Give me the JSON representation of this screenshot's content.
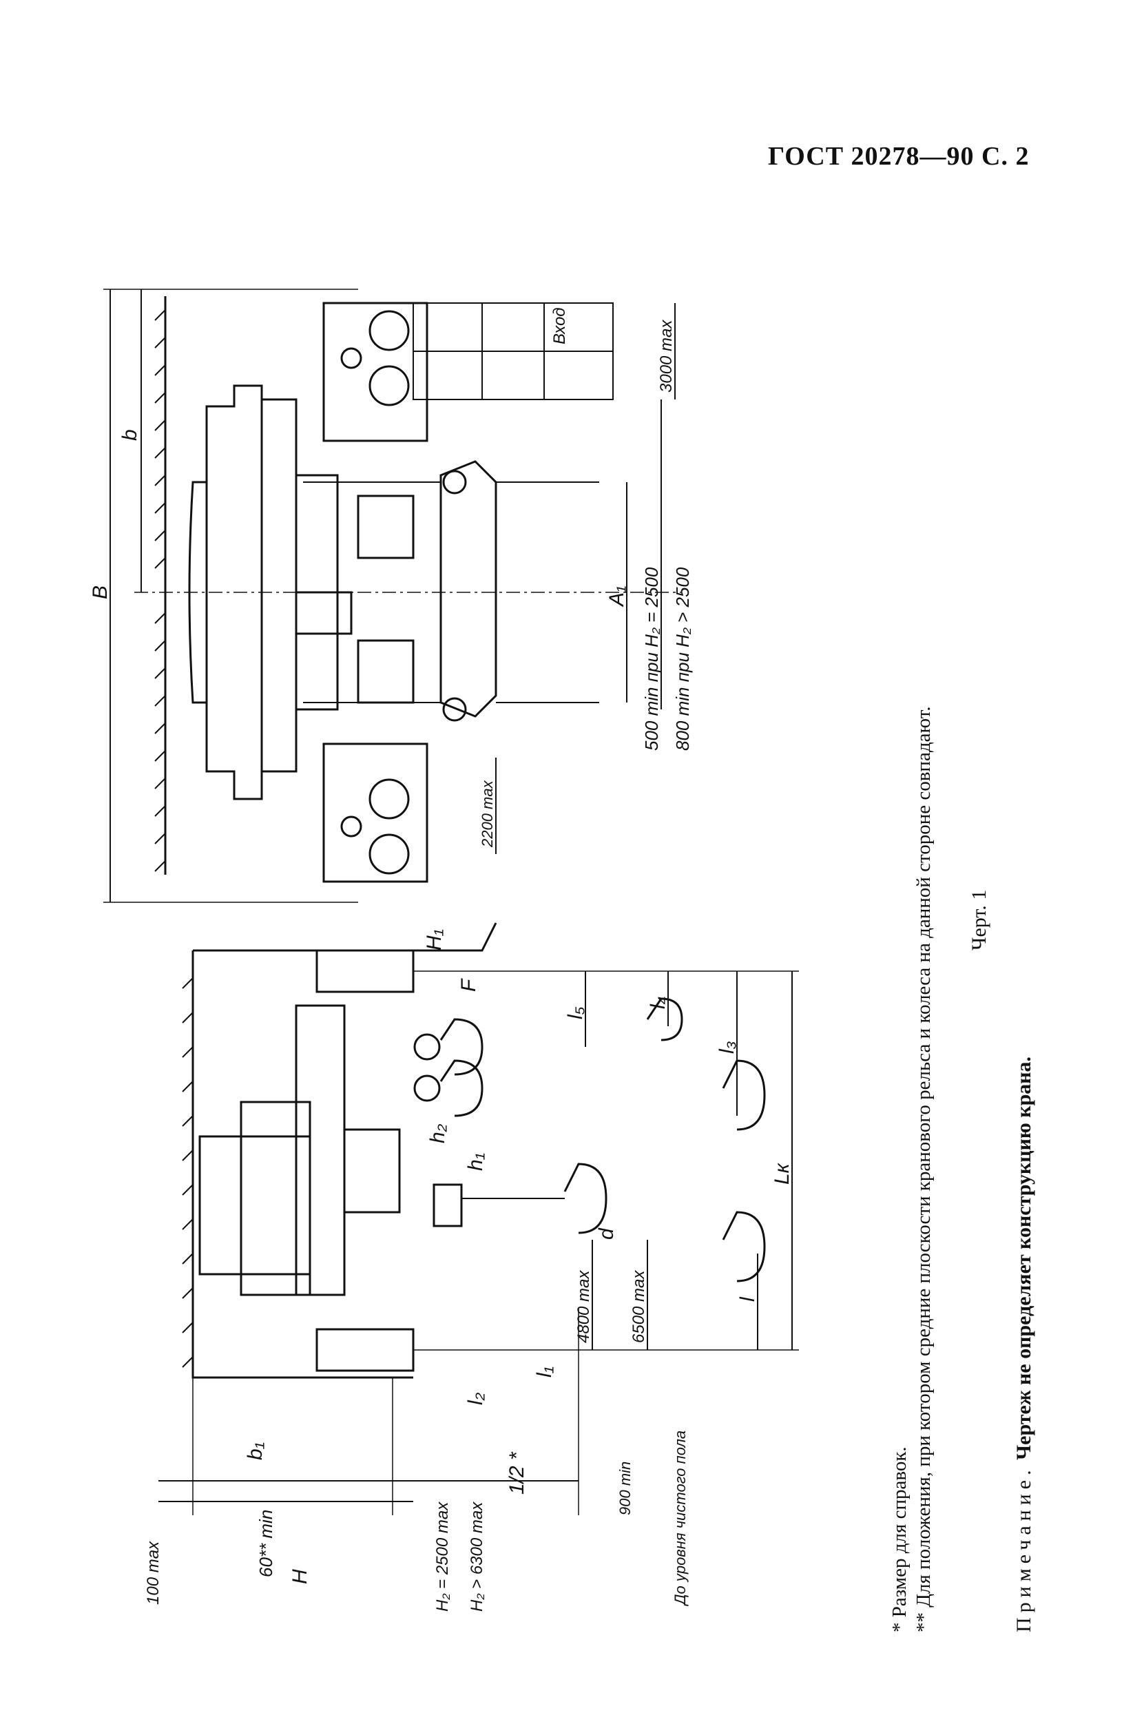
{
  "header": {
    "text": "ГОСТ 20278—90 С. 2"
  },
  "drawing": {
    "labels": {
      "B": "B",
      "b": "b",
      "A1": "A₁",
      "h1_top": "H₁",
      "vhod": "Вход",
      "dim_3000": "3000 max",
      "dim_2200": "2200 max",
      "dim_500": "500 min при H₂ = 2500",
      "dim_800": "800 min при H₂ > 2500",
      "F": "F",
      "l5": "l₅",
      "l4": "l₄",
      "l3": "l₃",
      "h2": "h₂",
      "h1": "h₁",
      "Lk": "Lк",
      "l": "l",
      "d": "d",
      "b1": "b₁",
      "dim_4800": "4800 max",
      "dim_6500": "6500 max",
      "l1": "l₁",
      "l2": "l₂",
      "lH2": "1/2 *",
      "dim_900": "900 min",
      "level": "До уровня чистого пола",
      "dim_60": "60** min",
      "dim_100": "100 max",
      "H": "H",
      "H2a": "H₂ = 2500 max",
      "H2b": "H₂ > 6300 max"
    }
  },
  "notes": {
    "n1": "* Размер для справок.",
    "n2": "** Для положения, при котором средние плоскости кранового рельса и колеса на данной стороне совпадают."
  },
  "caption": "Черт. 1",
  "remark": {
    "prefix": "Примечание.",
    "text": "Чертеж не определяет конструкцию крана."
  }
}
